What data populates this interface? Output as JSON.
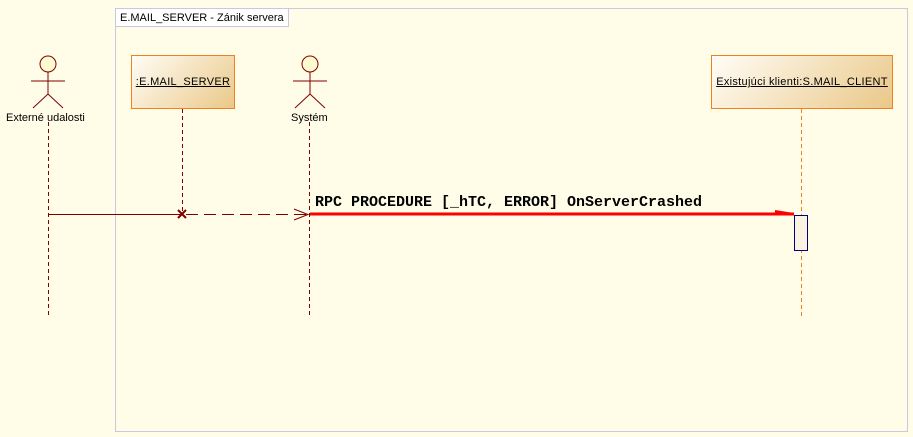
{
  "frame": {
    "title": "E.MAIL_SERVER - Zánik servera"
  },
  "lifelines": [
    {
      "label": "Externé udalosti",
      "kind": "actor"
    },
    {
      "label": ":E.MAIL_SERVER",
      "kind": "object"
    },
    {
      "label": "Systém",
      "kind": "actor"
    },
    {
      "label": "Existujúci klienti:S.MAIL_CLIENT",
      "kind": "object"
    }
  ],
  "message": {
    "label": "RPC PROCEDURE [_hTC, ERROR] OnServerCrashed"
  },
  "colors": {
    "lifeline": "#800000",
    "message": "#ff0000",
    "object_border": "#f08020",
    "activation": "#000080",
    "frame": "#c8c8e0"
  }
}
